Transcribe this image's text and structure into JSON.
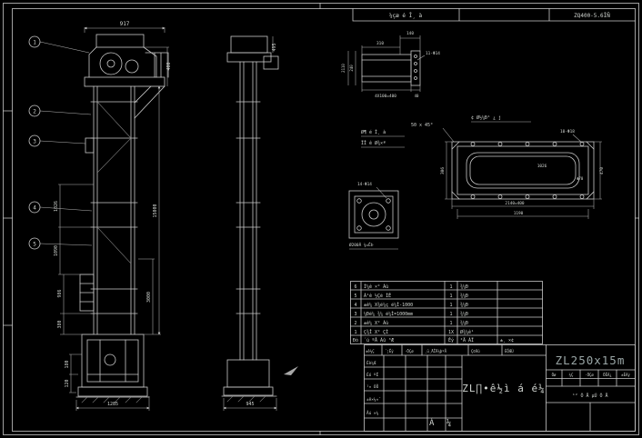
{
  "sheet": {
    "stamp_left": "¼çæ é Î¸ à",
    "stamp_right": "ZQ400-5.6ÎÑ"
  },
  "front": {
    "balloons": [
      "1",
      "2",
      "3",
      "4",
      "5"
    ],
    "dim_top": "917",
    "dim_bottom": "1285",
    "dim_right_upper": "400",
    "dim_right_total": "15000",
    "dim_right_lower": "3000",
    "dims_left": [
      "1026",
      "1090",
      "986",
      "380"
    ],
    "dims_boot": [
      "180",
      "120"
    ]
  },
  "side": {
    "dim_bottom": "945",
    "dim_top_right": "495"
  },
  "detail_channel": {
    "dim_width": "310",
    "dim_140": "140",
    "dim_left_a": "2110",
    "dim_left_b": "240",
    "dim_bottom": "4X100=400",
    "dim_40": "40",
    "holes": "11-Φ14",
    "note1": "Ø¶ é Ì¸ à",
    "note2": "ÏÎ ê Ø¾×ª",
    "chamfer": "50 x 45°"
  },
  "detail_door": {
    "label": "¢ Ø½¼Ð¹ ¿ j",
    "holes": "10-Φ18",
    "dim_slot": "1026",
    "dim_bottom_a": "2140=400",
    "dim_bottom_b": "1190",
    "dim_right": "470",
    "dim_phi": "Φ70",
    "dim_left": "306"
  },
  "detail_flange": {
    "holes": "14-Φ14",
    "label": "Ø200Â ¾=ÊÞ"
  },
  "bom": {
    "header": {
      "no": "Ðò",
      "name": "´ú ºÅ      Ãû ³Æ",
      "qty": "Êý",
      "mat": "²Ä ÁÏ",
      "note": "±¸ ×¢"
    },
    "rows": [
      {
        "no": "6",
        "name": "Ì¼ê ×° Áù",
        "qty": "1",
        "mat": "¾¼Ð",
        "note": ""
      },
      {
        "no": "5",
        "name": "Á¹ê ½Çé ÌÊ",
        "qty": "1",
        "mat": "¾¼Ð",
        "note": ""
      },
      {
        "no": "4",
        "name": "±ê¼ X¾é¼ç é¼Ì-1000",
        "qty": "1",
        "mat": "¾¼Ð",
        "note": ""
      },
      {
        "no": "3",
        "name": "¼Ðé¼ ¾¼ é¼Ì=1000mm",
        "qty": "1",
        "mat": "¾¼Ð",
        "note": ""
      },
      {
        "no": "2",
        "name": "±ê¼ X° Áù",
        "qty": "1",
        "mat": "¾¼Ð",
        "note": ""
      },
      {
        "no": "1",
        "name": "Ç¾Î X° ÇÌ",
        "qty": "1X",
        "mat": "Ø¾¼ê¹",
        "note": ""
      }
    ]
  },
  "titleblock": {
    "model": "ZL250x15m",
    "title": "ZL∏•ê½ì á é¼",
    "doc_label": "Á ¼",
    "revision": [
      "±ê¼Ç",
      "´¦Êý",
      "·ÖÇø",
      "¸ü¸ÄÎÄ¼þºÅ",
      "Ç©Ãû",
      "ÈÕÆÚ"
    ],
    "signs": [
      "Éè¼Æ",
      "Éó ºË",
      "¹¤ ÒÕ",
      "±ê×¼»¯",
      "Åú ×¼"
    ],
    "right_cells": [
      "Öø",
      "¼Ç",
      "·ÖÇø",
      "ÖÊÁ¿",
      "±ÈÀý"
    ],
    "sheets": "¹² Õ Å  µÚ Õ Å"
  }
}
